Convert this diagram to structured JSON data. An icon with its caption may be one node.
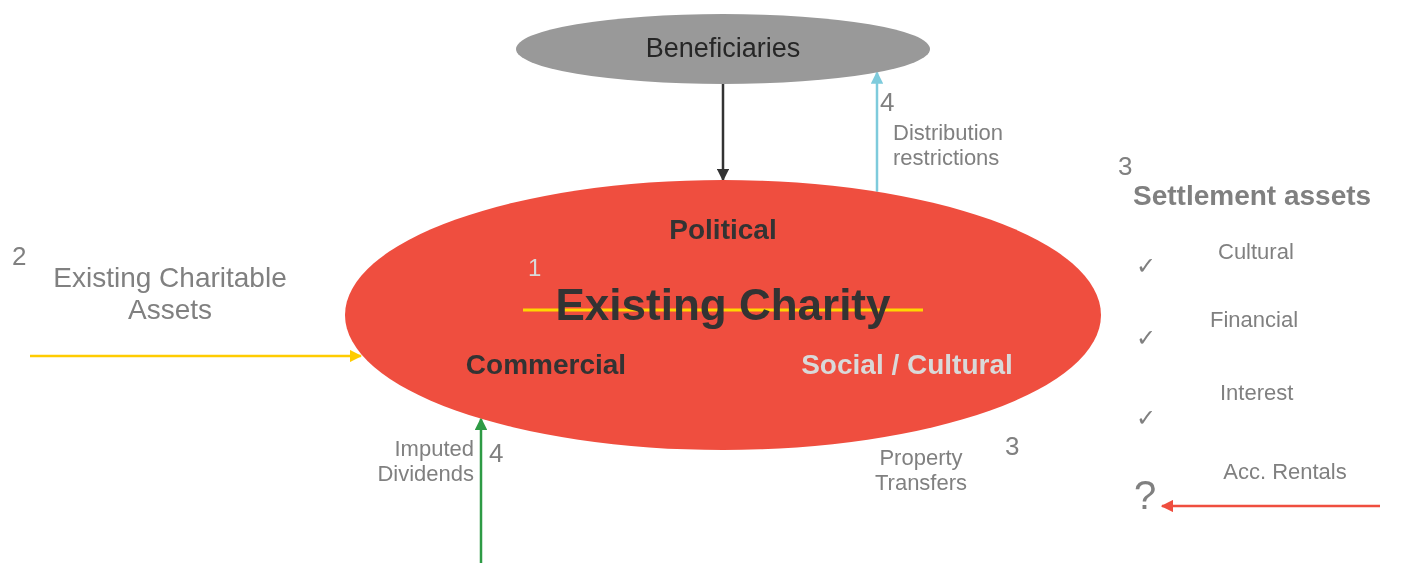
{
  "diagram": {
    "nodes": [
      {
        "text": [
          "Beneficiaries"
        ]
      },
      {
        "text": [
          "Political",
          "Existing Charity",
          "Commercial",
          "Social / Cultural"
        ]
      },
      {
        "text": [
          "?"
        ]
      }
    ],
    "edges": [
      {
        "from": 0,
        "to": 1,
        "arrow": "to",
        "color": "#333333"
      },
      {
        "from": 1,
        "to": 0,
        "arrow": "to",
        "color": "#7ecbdc",
        "label": "Distribution restrictions"
      },
      {
        "from": null,
        "to": 1,
        "arrow": "to",
        "color": "#ffcc00",
        "label": "Existing Charitable Assets"
      },
      {
        "from": null,
        "to": 1,
        "arrow": "to",
        "color": "#2e9b45",
        "label": "Imputed Dividends"
      },
      {
        "from": null,
        "to": 2,
        "arrow": "to",
        "color": "#ef4e3f",
        "label": "Acc. Rentals"
      }
    ],
    "labels": [
      "4",
      "3",
      "Settlement assets",
      "2",
      "✓",
      "Cultural",
      "1",
      "Financial",
      "✓",
      "Interest",
      "✓",
      "4",
      "3",
      "Property Transfers"
    ]
  }
}
